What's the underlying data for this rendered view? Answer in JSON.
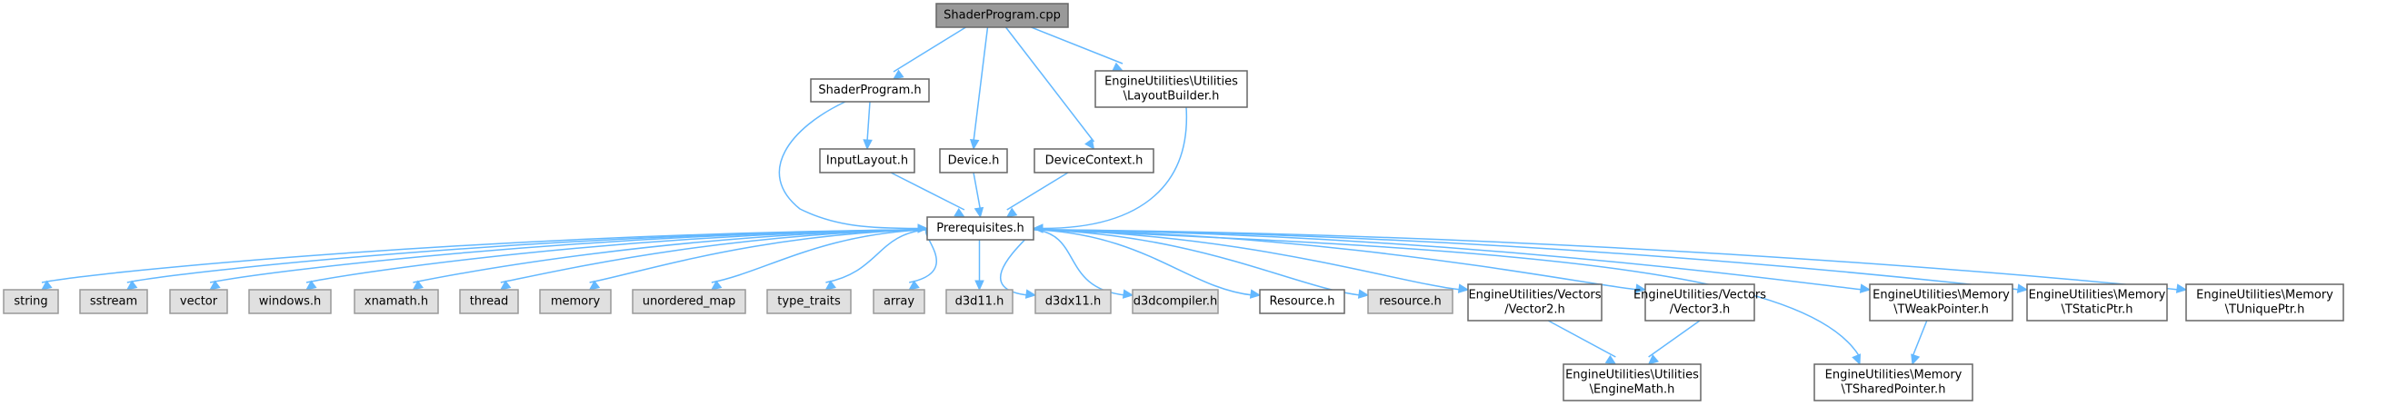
{
  "title": "ShaderProgram.cpp include dependency graph",
  "colors": {
    "edge": "#63b8ff",
    "root_fill": "#999999",
    "std_fill": "#e0e0e0",
    "project_fill": "#ffffff",
    "border": "#666666"
  },
  "nodes": [
    {
      "id": "shaderprogram_cpp",
      "kind": "root",
      "lines": [
        "ShaderProgram.cpp"
      ]
    },
    {
      "id": "shaderprogram_h",
      "kind": "proj",
      "lines": [
        "ShaderProgram.h"
      ]
    },
    {
      "id": "layoutbuilder_h",
      "kind": "proj",
      "lines": [
        "EngineUtilities\\Utilities",
        "\\LayoutBuilder.h"
      ]
    },
    {
      "id": "inputlayout_h",
      "kind": "proj",
      "lines": [
        "InputLayout.h"
      ]
    },
    {
      "id": "device_h",
      "kind": "proj",
      "lines": [
        "Device.h"
      ]
    },
    {
      "id": "devicecontext_h",
      "kind": "proj",
      "lines": [
        "DeviceContext.h"
      ]
    },
    {
      "id": "prerequisites_h",
      "kind": "proj",
      "lines": [
        "Prerequisites.h"
      ]
    },
    {
      "id": "string",
      "kind": "std",
      "lines": [
        "string"
      ]
    },
    {
      "id": "sstream",
      "kind": "std",
      "lines": [
        "sstream"
      ]
    },
    {
      "id": "vector",
      "kind": "std",
      "lines": [
        "vector"
      ]
    },
    {
      "id": "windows_h",
      "kind": "std",
      "lines": [
        "windows.h"
      ]
    },
    {
      "id": "xnamath_h",
      "kind": "std",
      "lines": [
        "xnamath.h"
      ]
    },
    {
      "id": "thread",
      "kind": "std",
      "lines": [
        "thread"
      ]
    },
    {
      "id": "memory",
      "kind": "std",
      "lines": [
        "memory"
      ]
    },
    {
      "id": "unordered_map",
      "kind": "std",
      "lines": [
        "unordered_map"
      ]
    },
    {
      "id": "type_traits",
      "kind": "std",
      "lines": [
        "type_traits"
      ]
    },
    {
      "id": "array",
      "kind": "std",
      "lines": [
        "array"
      ]
    },
    {
      "id": "d3d11_h",
      "kind": "std",
      "lines": [
        "d3d11.h"
      ]
    },
    {
      "id": "d3dx11_h",
      "kind": "std",
      "lines": [
        "d3dx11.h"
      ]
    },
    {
      "id": "d3dcompiler_h",
      "kind": "std",
      "lines": [
        "d3dcompiler.h"
      ]
    },
    {
      "id": "Resource_h",
      "kind": "proj",
      "lines": [
        "Resource.h"
      ]
    },
    {
      "id": "resource_h",
      "kind": "std",
      "lines": [
        "resource.h"
      ]
    },
    {
      "id": "vector2_h",
      "kind": "proj",
      "lines": [
        "EngineUtilities/Vectors",
        "/Vector2.h"
      ]
    },
    {
      "id": "vector3_h",
      "kind": "proj",
      "lines": [
        "EngineUtilities/Vectors",
        "/Vector3.h"
      ]
    },
    {
      "id": "tweakpointer_h",
      "kind": "proj",
      "lines": [
        "EngineUtilities\\Memory",
        "\\TWeakPointer.h"
      ]
    },
    {
      "id": "tstaticptr_h",
      "kind": "proj",
      "lines": [
        "EngineUtilities\\Memory",
        "\\TStaticPtr.h"
      ]
    },
    {
      "id": "tuniqueptr_h",
      "kind": "proj",
      "lines": [
        "EngineUtilities\\Memory",
        "\\TUniquePtr.h"
      ]
    },
    {
      "id": "enginemath_h",
      "kind": "proj",
      "lines": [
        "EngineUtilities\\Utilities",
        "\\EngineMath.h"
      ]
    },
    {
      "id": "tsharedpointer_h",
      "kind": "proj",
      "lines": [
        "EngineUtilities\\Memory",
        "\\TSharedPointer.h"
      ]
    }
  ],
  "edges": [
    [
      "shaderprogram_cpp",
      "shaderprogram_h"
    ],
    [
      "shaderprogram_cpp",
      "device_h"
    ],
    [
      "shaderprogram_cpp",
      "devicecontext_h"
    ],
    [
      "shaderprogram_cpp",
      "layoutbuilder_h"
    ],
    [
      "shaderprogram_h",
      "inputlayout_h"
    ],
    [
      "shaderprogram_h",
      "prerequisites_h"
    ],
    [
      "inputlayout_h",
      "prerequisites_h"
    ],
    [
      "device_h",
      "prerequisites_h"
    ],
    [
      "devicecontext_h",
      "prerequisites_h"
    ],
    [
      "layoutbuilder_h",
      "prerequisites_h"
    ],
    [
      "prerequisites_h",
      "string"
    ],
    [
      "prerequisites_h",
      "sstream"
    ],
    [
      "prerequisites_h",
      "vector"
    ],
    [
      "prerequisites_h",
      "windows_h"
    ],
    [
      "prerequisites_h",
      "xnamath_h"
    ],
    [
      "prerequisites_h",
      "thread"
    ],
    [
      "prerequisites_h",
      "memory"
    ],
    [
      "prerequisites_h",
      "unordered_map"
    ],
    [
      "prerequisites_h",
      "type_traits"
    ],
    [
      "prerequisites_h",
      "array"
    ],
    [
      "prerequisites_h",
      "d3d11_h"
    ],
    [
      "prerequisites_h",
      "d3dx11_h"
    ],
    [
      "prerequisites_h",
      "d3dcompiler_h"
    ],
    [
      "prerequisites_h",
      "Resource_h"
    ],
    [
      "prerequisites_h",
      "resource_h"
    ],
    [
      "prerequisites_h",
      "vector2_h"
    ],
    [
      "prerequisites_h",
      "vector3_h"
    ],
    [
      "prerequisites_h",
      "tweakpointer_h"
    ],
    [
      "prerequisites_h",
      "tsharedpointer_h"
    ],
    [
      "prerequisites_h",
      "tstaticptr_h"
    ],
    [
      "prerequisites_h",
      "tuniqueptr_h"
    ],
    [
      "vector2_h",
      "enginemath_h"
    ],
    [
      "vector3_h",
      "enginemath_h"
    ],
    [
      "tweakpointer_h",
      "tsharedpointer_h"
    ]
  ]
}
